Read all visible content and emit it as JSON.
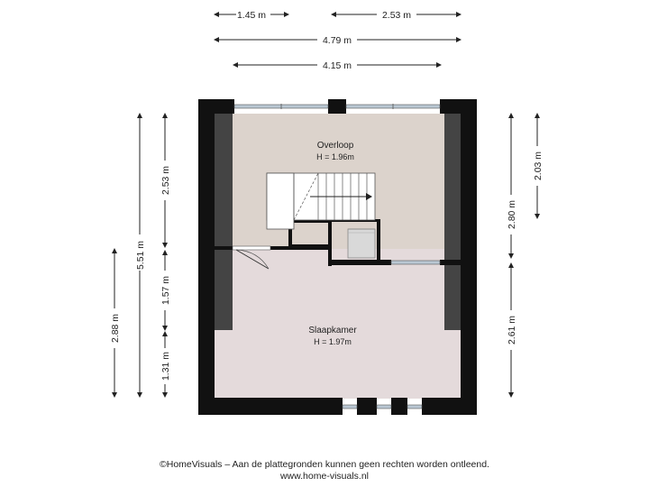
{
  "dimensions": {
    "top_left": "1.45 m",
    "top_right": "2.53 m",
    "overall_width": "4.79 m",
    "inner_width": "4.15 m",
    "left_total_outer": "2.88 m",
    "left_total": "5.51 m",
    "left_upper": "2.53 m",
    "left_middle": "1.57 m",
    "left_lower": "1.31 m",
    "right_upper": "2.80 m",
    "right_upper_outer": "2.03 m",
    "right_lower": "2.61 m"
  },
  "rooms": {
    "overloop": {
      "name": "Overloop",
      "height": "H = 1.96m"
    },
    "slaapkamer": {
      "name": "Slaapkamer",
      "height": "H = 1.97m"
    }
  },
  "footer": {
    "disclaimer": "©HomeVisuals – Aan de plattegronden kunnen geen rechten worden ontleend.",
    "website": "www.home-visuals.nl"
  },
  "colors": {
    "wall": "#111111",
    "overloop_floor": "#dcd3cc",
    "slaapkamer_floor": "#e4dadb",
    "sloped_ceiling": "#444444",
    "window": "#b9c7d3"
  }
}
